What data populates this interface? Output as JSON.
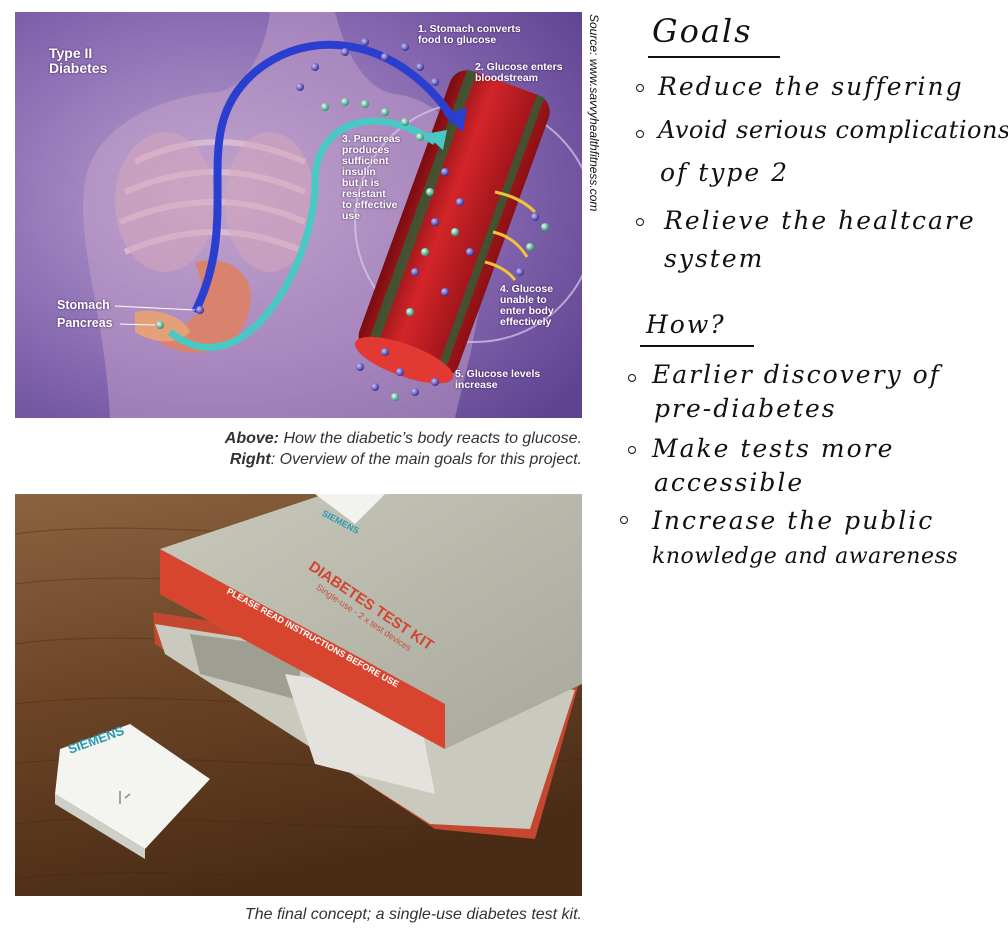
{
  "illustration": {
    "title": "Type II\nDiabetes",
    "steps": [
      "1. Stomach converts\nfood to glucose",
      "2. Glucose enters\nbloodstream",
      "3. Pancreas\nproduces\nsufficient\ninsulin\nbut it is\nresistant\nto effective\nuse",
      "4. Glucose\nunable to\nenter body\neffectively",
      "5. Glucose levels\nincrease"
    ],
    "organ_labels": {
      "stomach": "Stomach",
      "pancreas": "Pancreas"
    },
    "source": "Source: www.savvyhealthfitness.com"
  },
  "caption_top": {
    "line1_bold": "Above:",
    "line1_text": " How the diabetic’s body reacts to glucose.",
    "line2_bold": "Right",
    "line2_text": ": Overview of the main goals for this project."
  },
  "photo": {
    "brand": "SIEMENS",
    "box_title": "DIABETES TEST KIT",
    "box_subtitle": "Single-use - 2 x test devices",
    "box_instruction": "PLEASE READ INSTRUCTIONS BEFORE USE"
  },
  "caption_bottom": "The final concept; a single-use diabetes test kit.",
  "notes": {
    "goals_heading": "Goals",
    "goals": [
      [
        "Reduce the suffering"
      ],
      [
        "Avoid serious complications",
        "of type 2"
      ],
      [
        "Relieve the healtcare",
        "system"
      ]
    ],
    "how_heading": "How?",
    "how": [
      [
        "Earlier discovery of",
        "pre-diabetes"
      ],
      [
        "Make tests more",
        "accessible"
      ],
      [
        "Increase the public",
        "knowledge and awareness"
      ]
    ]
  },
  "colors": {
    "illustration_bg": "#7d63a8",
    "vessel": "#c8181e",
    "kit_red": "#d8452e",
    "kit_grey": "#b9b9ac",
    "wood": "#6b4426"
  }
}
